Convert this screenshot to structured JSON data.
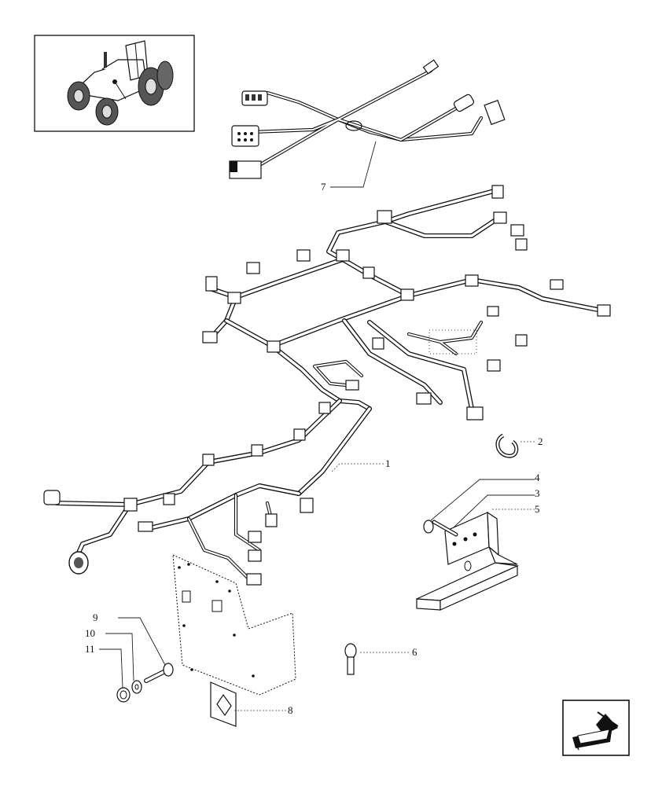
{
  "callouts": [
    {
      "id": "1",
      "label": "1"
    },
    {
      "id": "2",
      "label": "2"
    },
    {
      "id": "3",
      "label": "3"
    },
    {
      "id": "4",
      "label": "4"
    },
    {
      "id": "5",
      "label": "5"
    },
    {
      "id": "6",
      "label": "6"
    },
    {
      "id": "7",
      "label": "7"
    },
    {
      "id": "8",
      "label": "8"
    },
    {
      "id": "9",
      "label": "9"
    },
    {
      "id": "10",
      "label": "10"
    },
    {
      "id": "11",
      "label": "11"
    }
  ],
  "thumbnail": {
    "icon": "tractor-icon"
  },
  "navigation": {
    "icon": "next-page-arrow-icon"
  }
}
